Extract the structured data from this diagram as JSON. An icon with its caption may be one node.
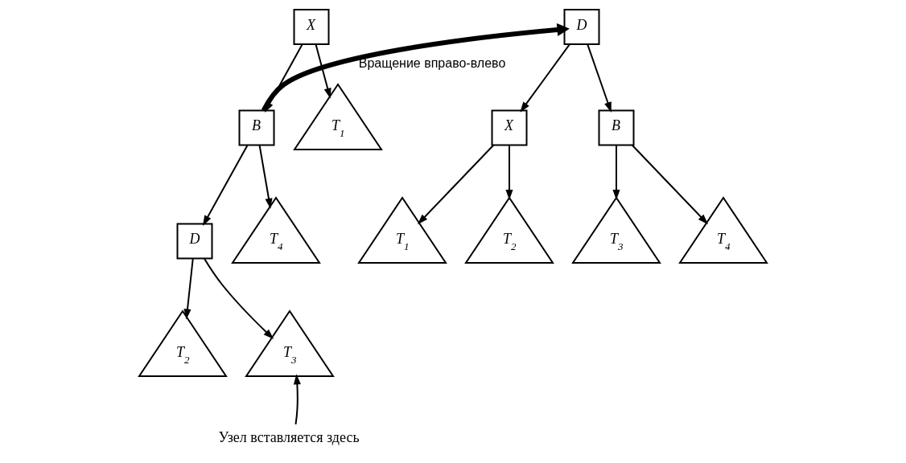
{
  "diagram": {
    "nodes": [
      {
        "text": [
          "X"
        ]
      },
      {
        "text": [
          "B"
        ]
      },
      {
        "text": [
          "D"
        ]
      },
      {
        "text": [
          "T$_{1}$"
        ]
      },
      {
        "text": [
          "T$_{2}$"
        ]
      },
      {
        "text": [
          "T$_{3}$"
        ]
      },
      {
        "text": [
          "T$_{4}$"
        ]
      },
      {
        "text": [
          "Узел вставляется здесь"
        ]
      },
      {
        "text": [
          "D"
        ]
      },
      {
        "text": [
          "X"
        ]
      },
      {
        "text": [
          "B"
        ]
      },
      {
        "text": [
          "T$_{1}$"
        ]
      },
      {
        "text": [
          "T$_{2}$"
        ]
      },
      {
        "text": [
          "T$_{3}$"
        ]
      },
      {
        "text": [
          "T$_{4}$"
        ]
      }
    ],
    "edges": [
      {
        "from": 0,
        "to": 1,
        "arrow": "to"
      },
      {
        "from": 0,
        "to": 3,
        "arrow": "to"
      },
      {
        "from": 1,
        "to": 2,
        "arrow": "to"
      },
      {
        "from": 1,
        "to": 6,
        "arrow": "to"
      },
      {
        "from": 2,
        "to": 4,
        "arrow": "to"
      },
      {
        "from": 2,
        "to": 5,
        "arrow": "to"
      },
      {
        "from": 7,
        "to": 5,
        "arrow": "to"
      },
      {
        "from": 1,
        "to": 8,
        "arrow": "to",
        "label": "Вращение вправо-влево",
        "style": "thick"
      },
      {
        "from": 8,
        "to": 9,
        "arrow": "to"
      },
      {
        "from": 8,
        "to": 10,
        "arrow": "to"
      },
      {
        "from": 9,
        "to": 11,
        "arrow": "to"
      },
      {
        "from": 9,
        "to": 12,
        "arrow": "to"
      },
      {
        "from": 10,
        "to": 13,
        "arrow": "to"
      },
      {
        "from": 10,
        "to": 14,
        "arrow": "to"
      }
    ]
  }
}
